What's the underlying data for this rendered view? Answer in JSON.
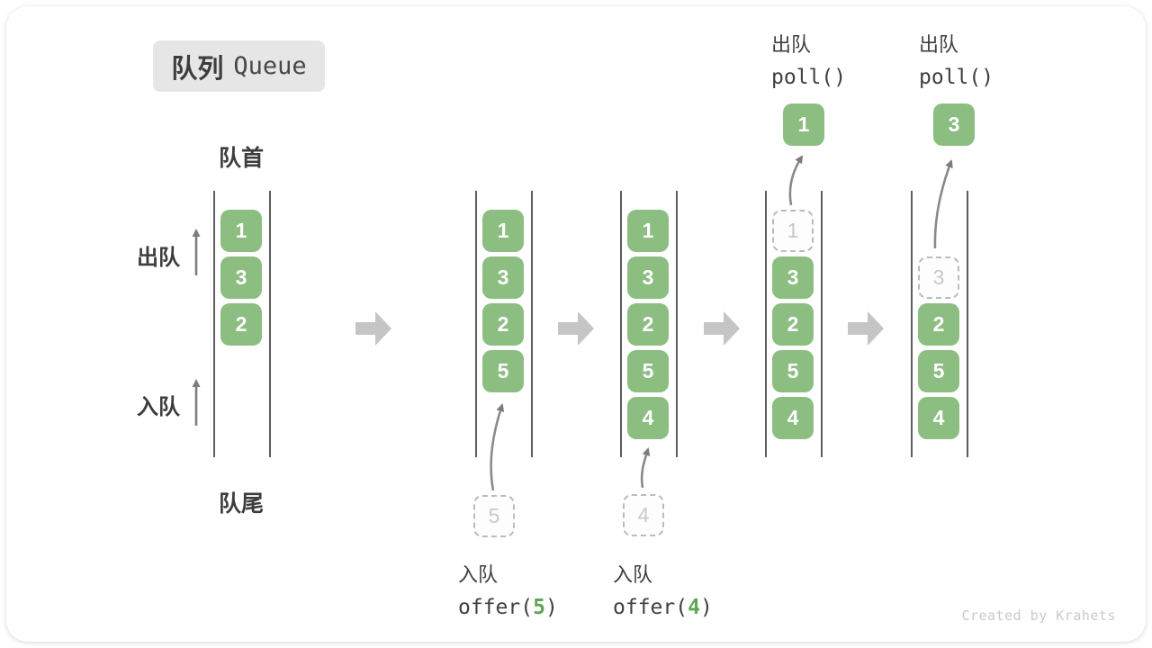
{
  "page": {
    "title_zh": "队列",
    "title_en": "Queue",
    "watermark": "Created by Krahets"
  },
  "labels": {
    "front": "队首",
    "rear": "队尾",
    "dequeue": "出队",
    "enqueue": "入队"
  },
  "colors": {
    "item_green": "#8cbe81",
    "code_arg_green": "#5fa654",
    "transition_arrow_gray": "#c5c5c5",
    "flow_arrow_gray": "#8a8a8a",
    "wall_line_gray": "#5d5d5d",
    "dashed_border_gray": "#bbbbbb",
    "badge_bg": "#e6e6e6",
    "text_dark": "#3d3d3d",
    "watermark_gray": "#cacaca"
  },
  "states": [
    {
      "items": [
        "1",
        "3",
        "2"
      ]
    },
    {
      "items": [
        "1",
        "3",
        "2",
        "5"
      ],
      "incoming": "5"
    },
    {
      "items": [
        "1",
        "3",
        "2",
        "5",
        "4"
      ],
      "incoming": "4"
    },
    {
      "items": [
        "3",
        "2",
        "5",
        "4"
      ],
      "removed": "1",
      "polled": "1"
    },
    {
      "items": [
        "2",
        "5",
        "4"
      ],
      "removed": "3",
      "polled": "3"
    }
  ],
  "operations": {
    "offer5": {
      "label": "入队",
      "fn": "offer(",
      "arg": "5",
      "close": ")"
    },
    "offer4": {
      "label": "入队",
      "fn": "offer(",
      "arg": "4",
      "close": ")"
    },
    "poll1": {
      "label": "出队",
      "code": "poll()"
    },
    "poll2": {
      "label": "出队",
      "code": "poll()"
    }
  }
}
